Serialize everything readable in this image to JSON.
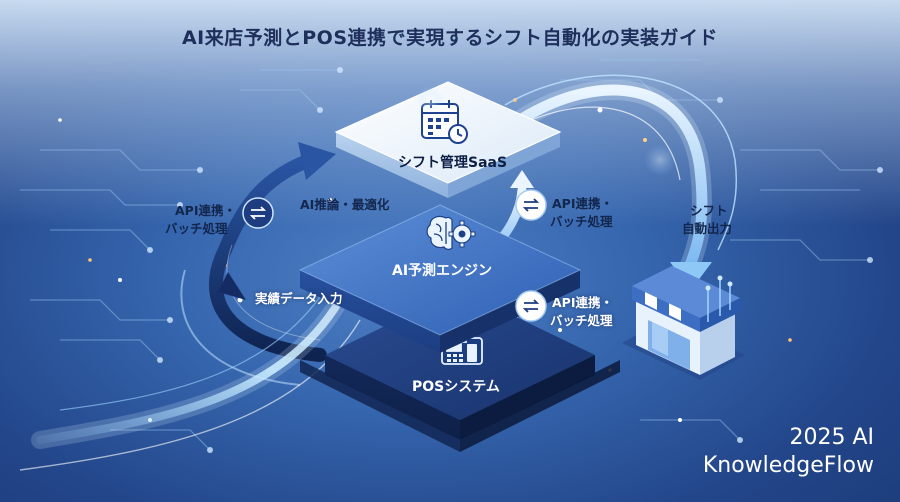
{
  "title": "AI来店予測とPOS連携で実現するシフト自動化の実装ガイド",
  "tiers": {
    "top": {
      "label": "シフト管理SaaS",
      "icon": "calendar-clock-icon"
    },
    "middle": {
      "label": "AI予測エンジン",
      "icon": "brain-gear-icon"
    },
    "bottom": {
      "label": "POSシステム",
      "icon": "pos-terminal-icon"
    }
  },
  "store_icon": "storefront-icon",
  "left_connector": {
    "line1": "API連携・",
    "line2": "バッチ処理",
    "icon": "transfer-arrows-icon"
  },
  "right_upper_connector": {
    "line1": "API連携・",
    "line2": "バッチ処理",
    "icon": "transfer-arrows-icon"
  },
  "right_lower_connector": {
    "line1": "API連携・",
    "line2": "バッチ処理",
    "icon": "transfer-arrows-icon"
  },
  "flow_labels": {
    "ai_optimize": "AI推論・最適化",
    "actual_input": "実績データ入力",
    "shift_output_1": "シフト",
    "shift_output_2": "自動出力"
  },
  "brand": {
    "line1": "2025 AI",
    "line2": "KnowledgeFlow"
  },
  "colors": {
    "accent": "#4aa8ff",
    "tier_top": "#eef5fd",
    "tier_mid": "#3f72c6",
    "tier_bottom": "#1e3a7a"
  }
}
